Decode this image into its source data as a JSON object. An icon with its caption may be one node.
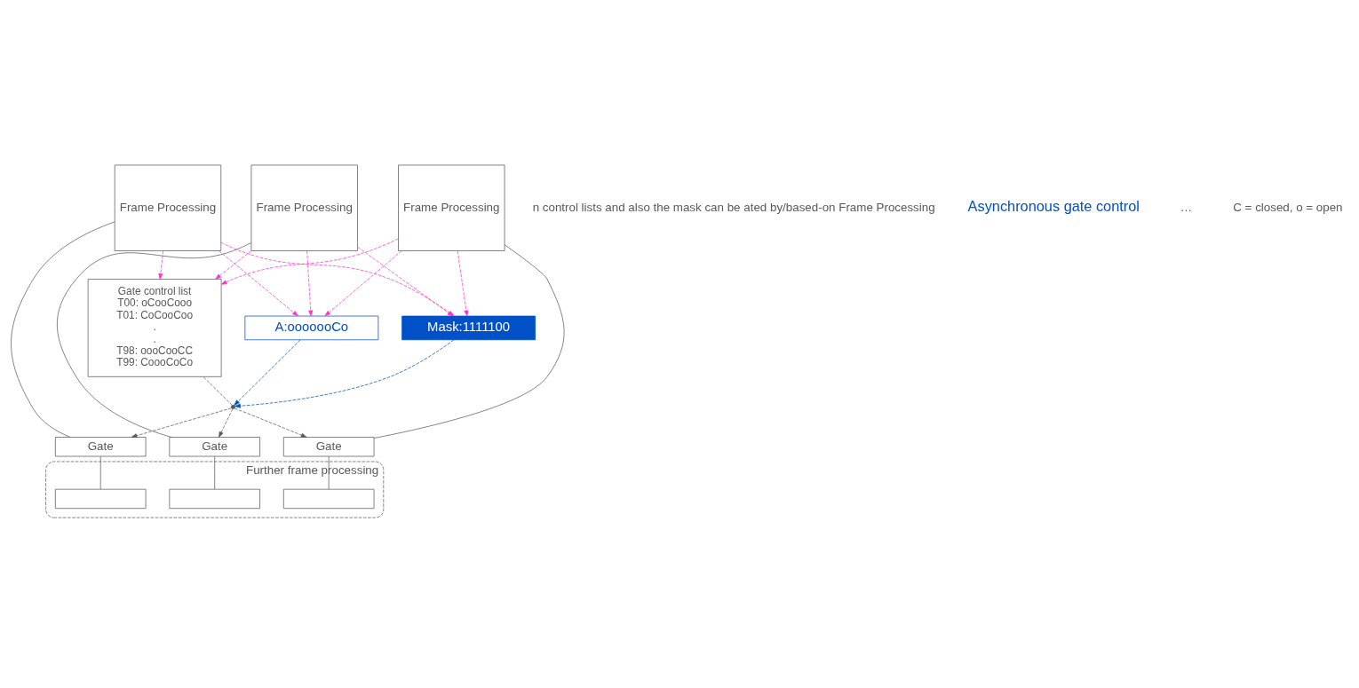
{
  "diagram": {
    "nodes": [
      {
        "text": [
          "Frame Processing"
        ]
      },
      {
        "text": [
          "Frame Processing"
        ]
      },
      {
        "text": [
          "Frame Processing"
        ]
      },
      {
        "text": [
          "Gate"
        ]
      },
      {
        "text": [
          "Gate"
        ]
      },
      {
        "text": [
          "Gate"
        ]
      },
      {
        "text": [
          "Further frame processing"
        ]
      },
      {
        "text": [],
        "shape": "box",
        "in": 6
      },
      {
        "text": [],
        "shape": "box",
        "in": 6
      },
      {
        "text": [],
        "shape": "box",
        "in": 6
      },
      {
        "text": [
          "A:ooooooCo"
        ]
      },
      {
        "text": [
          "Mask:1111100"
        ]
      },
      {
        "text": [
          "Gate control list",
          "T00: oCooCooo",
          "T01: CoCooCoo",
          ".",
          ".",
          "T98: oooCooCC",
          "T99: CoooCoCo"
        ]
      },
      {
        "text": [],
        "shape": "point"
      }
    ],
    "edges": [
      {
        "from": 0,
        "to": 3,
        "arrow": "none"
      },
      {
        "from": 1,
        "to": 4,
        "arrow": "none"
      },
      {
        "from": 2,
        "to": 5,
        "arrow": "none"
      },
      {
        "from": 3,
        "to": 7,
        "arrow": "none"
      },
      {
        "from": 4,
        "to": 8,
        "arrow": "none"
      },
      {
        "from": 5,
        "to": 9,
        "arrow": "none"
      },
      {
        "from": 0,
        "to": 10,
        "arrow": "to",
        "style": "dashed",
        "color": "#ff33cc"
      },
      {
        "from": 0,
        "to": 11,
        "arrow": "to",
        "style": "dashed",
        "color": "#ff33cc"
      },
      {
        "from": 0,
        "to": 12,
        "arrow": "to",
        "style": "dashed",
        "color": "#ff33cc"
      },
      {
        "from": 1,
        "to": 10,
        "arrow": "to",
        "style": "dashed",
        "color": "#ff33cc"
      },
      {
        "from": 1,
        "to": 11,
        "arrow": "to",
        "style": "dashed",
        "color": "#ff33cc"
      },
      {
        "from": 1,
        "to": 12,
        "arrow": "to",
        "style": "dashed",
        "color": "#ff33cc"
      },
      {
        "from": 2,
        "to": 10,
        "arrow": "to",
        "style": "dashed",
        "color": "#ff33cc"
      },
      {
        "from": 2,
        "to": 11,
        "arrow": "to",
        "style": "dashed",
        "color": "#ff33cc"
      },
      {
        "from": 2,
        "to": 12,
        "arrow": "to",
        "style": "dashed",
        "color": "#ff33cc"
      },
      {
        "from": 10,
        "to": 13,
        "arrow": "to",
        "style": "dashed",
        "color": "#0050c8"
      },
      {
        "from": 11,
        "to": 13,
        "arrow": "to",
        "style": "dashed",
        "color": "#0050c8"
      },
      {
        "from": 12,
        "to": 13,
        "arrow": "none",
        "style": "dashed"
      },
      {
        "from": 13,
        "to": 3,
        "arrow": "to",
        "style": "dashed"
      },
      {
        "from": 13,
        "to": 4,
        "arrow": "to",
        "style": "dashed"
      },
      {
        "from": 13,
        "to": 5,
        "arrow": "to",
        "style": "dashed"
      }
    ],
    "labels": [
      "n control lists and also the mask can be ated by/based-on Frame Processing",
      "Asynchronous gate control",
      "…",
      "C = closed, o = open"
    ]
  }
}
